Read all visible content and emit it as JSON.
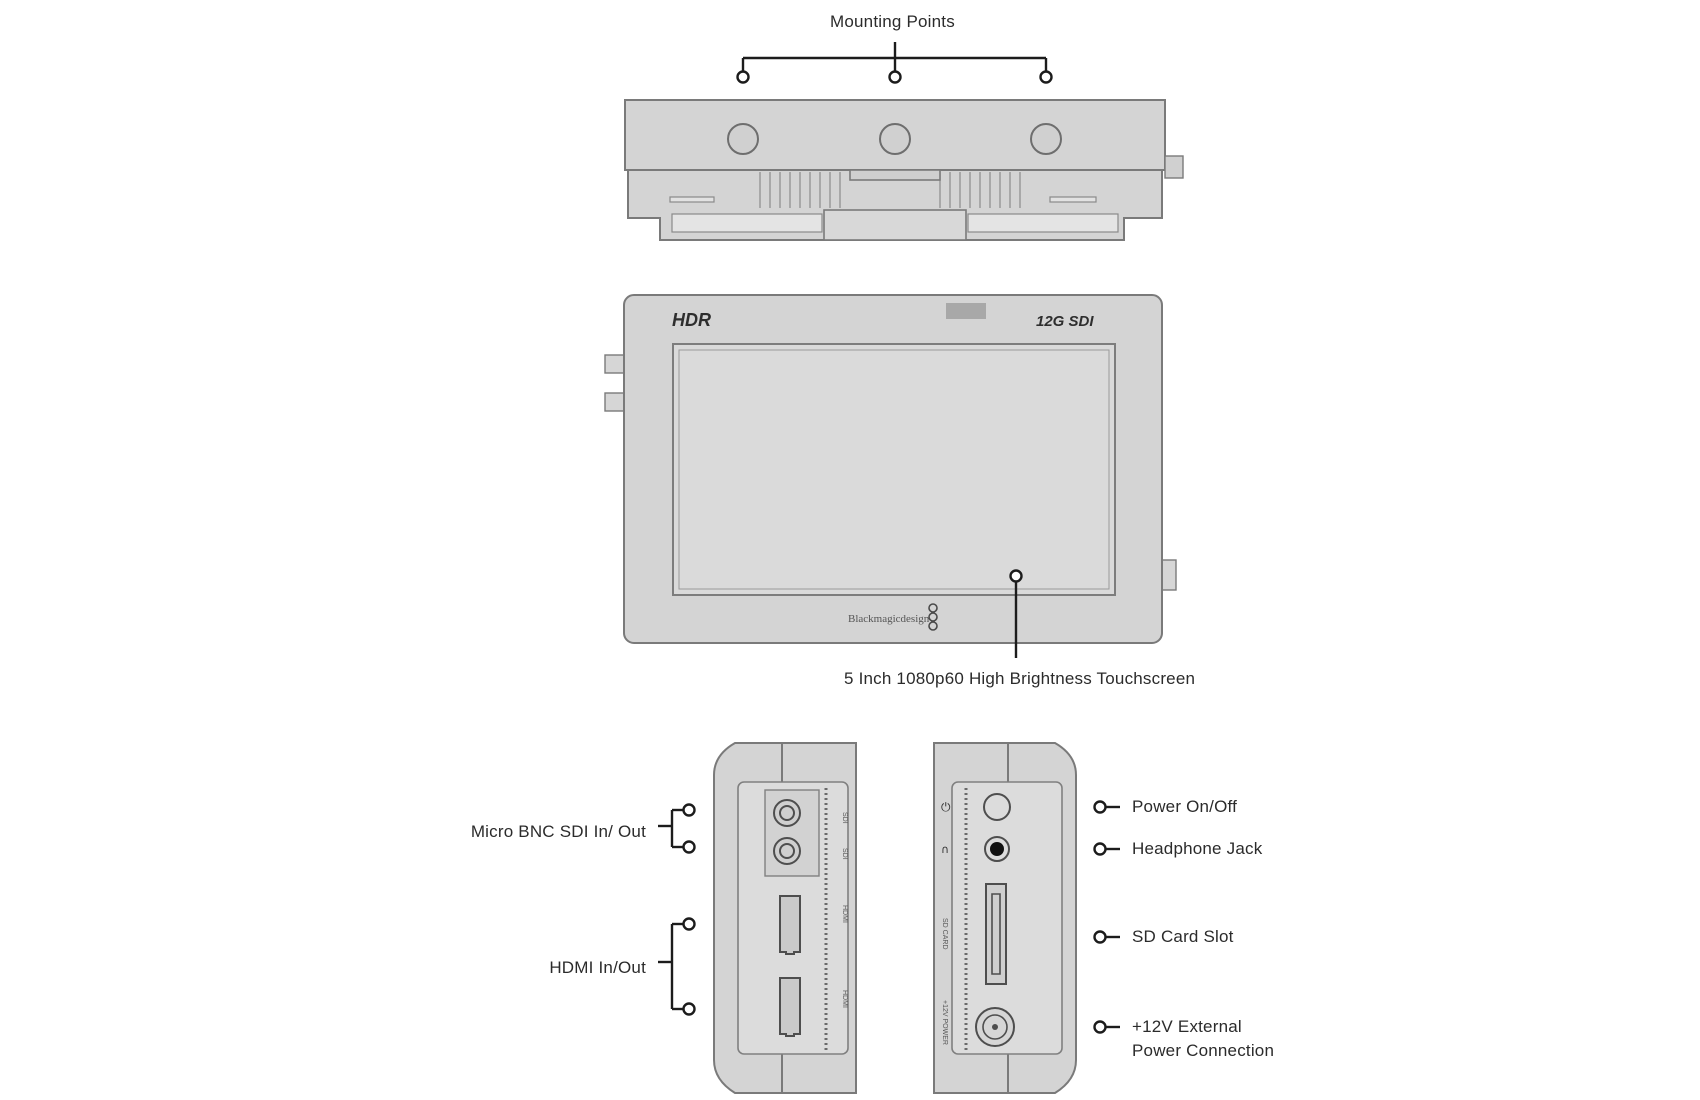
{
  "labels": {
    "mounting_points": "Mounting Points",
    "touchscreen": "5 Inch 1080p60 High Brightness Touchscreen",
    "micro_bnc": "Micro BNC SDI In/ Out",
    "hdmi": "HDMI In/Out",
    "power": "Power On/Off",
    "headphone": "Headphone Jack",
    "sd_card": "SD Card Slot",
    "ext_power_line1": "+12V External",
    "ext_power_line2": "Power Connection"
  },
  "device_markings": {
    "hdr_logo": "HDR",
    "sdi_logo": "12G SDI",
    "brand": "Blackmagicdesign"
  },
  "colors": {
    "device_body": "#d4d4d4",
    "outline": "#7a7a7a",
    "callout": "#1c1c1c"
  }
}
